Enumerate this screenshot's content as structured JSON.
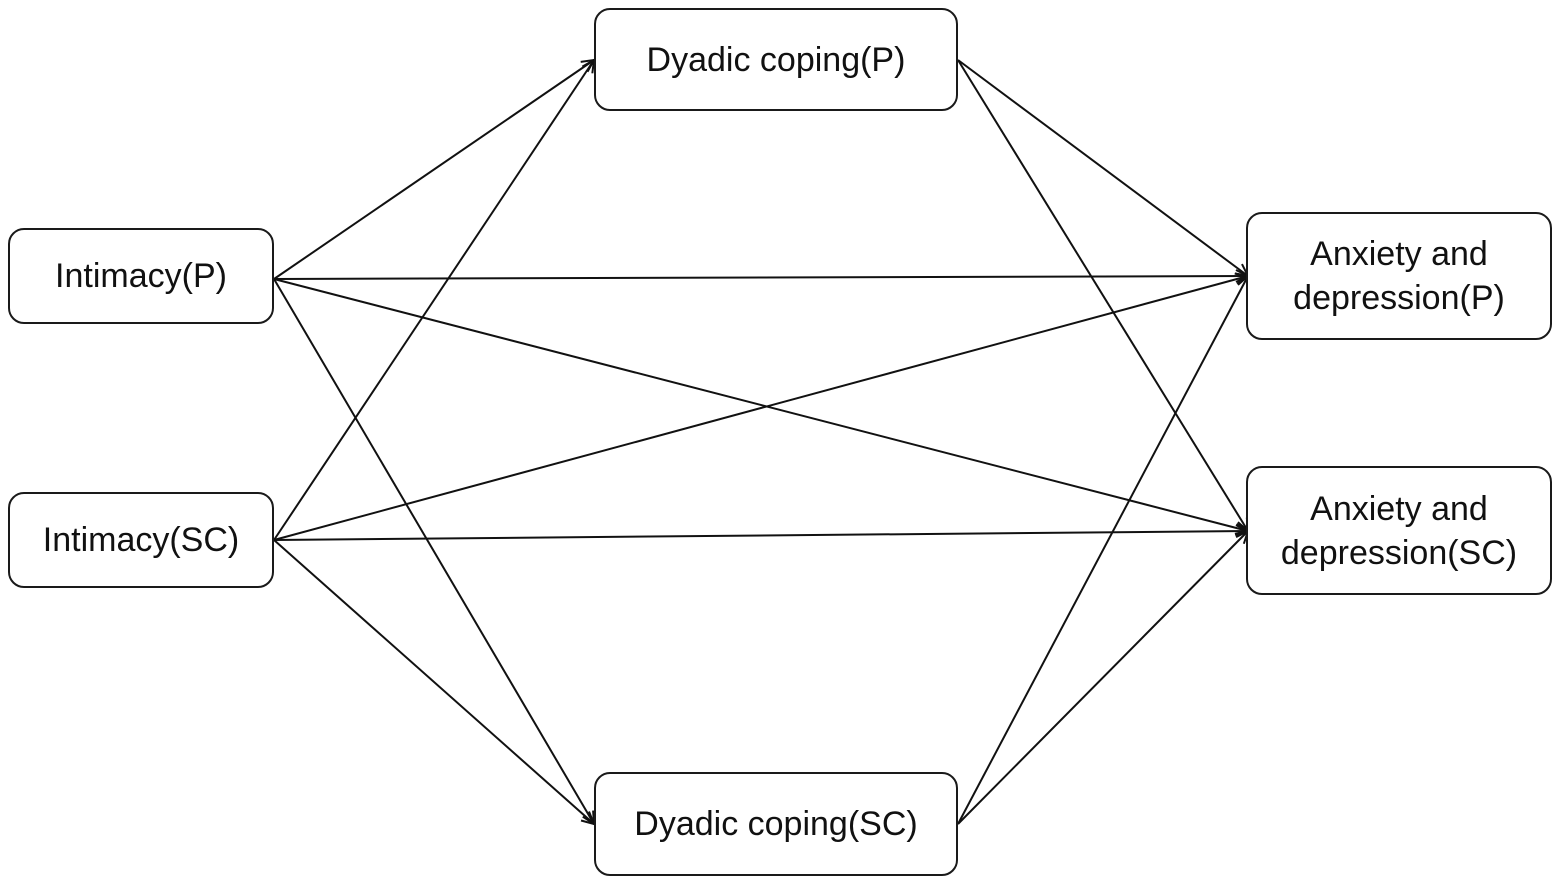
{
  "diagram": {
    "nodes": {
      "intimacy_p": {
        "label": "Intimacy(P)"
      },
      "intimacy_sc": {
        "label": "Intimacy(SC)"
      },
      "dyadic_p": {
        "label": "Dyadic coping(P)"
      },
      "dyadic_sc": {
        "label": "Dyadic coping(SC)"
      },
      "anxiety_p": {
        "line1": "Anxiety and",
        "line2": "depression(P)"
      },
      "anxiety_sc": {
        "line1": "Anxiety and",
        "line2": "depression(SC)"
      }
    },
    "edges": [
      {
        "from": "intimacy_p",
        "to": "dyadic_p"
      },
      {
        "from": "intimacy_p",
        "to": "anxiety_p"
      },
      {
        "from": "intimacy_p",
        "to": "anxiety_sc"
      },
      {
        "from": "intimacy_p",
        "to": "dyadic_sc"
      },
      {
        "from": "intimacy_sc",
        "to": "dyadic_p"
      },
      {
        "from": "intimacy_sc",
        "to": "anxiety_p"
      },
      {
        "from": "intimacy_sc",
        "to": "anxiety_sc"
      },
      {
        "from": "intimacy_sc",
        "to": "dyadic_sc"
      },
      {
        "from": "dyadic_p",
        "to": "anxiety_p"
      },
      {
        "from": "dyadic_p",
        "to": "anxiety_sc"
      },
      {
        "from": "dyadic_sc",
        "to": "anxiety_p"
      },
      {
        "from": "dyadic_sc",
        "to": "anxiety_sc"
      }
    ],
    "colors": {
      "stroke": "#111111",
      "background": "#ffffff"
    }
  }
}
